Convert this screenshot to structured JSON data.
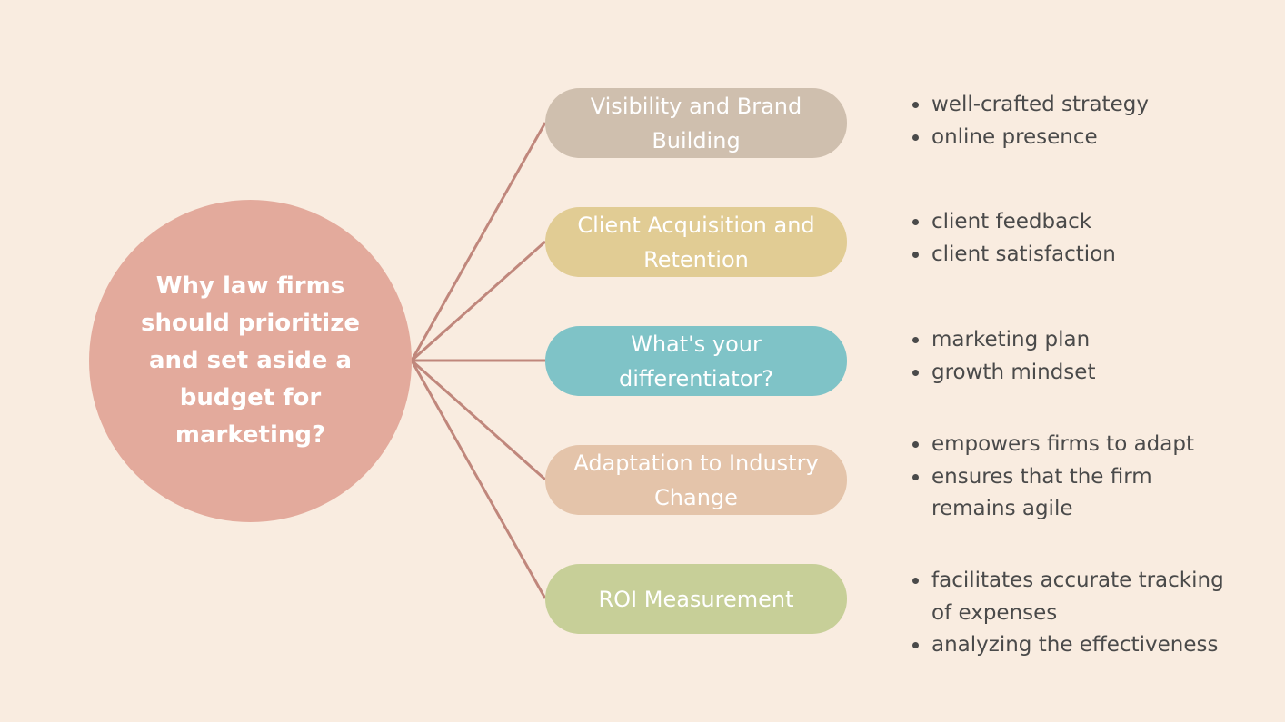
{
  "hub": {
    "text": "Why law firms should prioritize and set aside a budget for marketing?",
    "color": "#e3aa9c"
  },
  "line_color": "#c0877c",
  "branches": [
    {
      "label": "Visibility and Brand Building",
      "color": "#cfbfae",
      "bullets": [
        "well-crafted strategy",
        "online presence"
      ]
    },
    {
      "label": "Client Acquisition and Retention",
      "color": "#e1cc94",
      "bullets": [
        "client feedback",
        "client satisfaction"
      ]
    },
    {
      "label": "What's your differentiator?",
      "color": "#7fc3c7",
      "bullets": [
        "marketing plan",
        "growth mindset"
      ]
    },
    {
      "label": "Adaptation to Industry Change",
      "color": "#e4c4aa",
      "bullets": [
        "empowers firms to adapt",
        "ensures that the firm remains agile"
      ]
    },
    {
      "label": "ROI Measurement",
      "color": "#c7cf98",
      "bullets": [
        "facilitates accurate tracking of expenses",
        "analyzing the effectiveness"
      ]
    }
  ]
}
